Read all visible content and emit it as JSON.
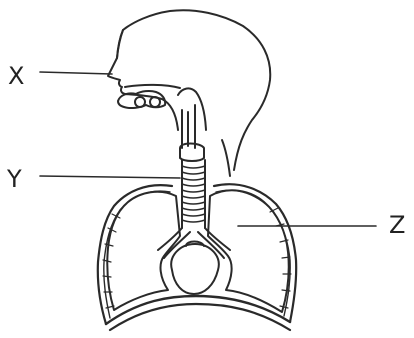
{
  "diagram": {
    "labels": {
      "x": "X",
      "y": "Y",
      "z": "Z"
    },
    "colors": {
      "ink": "#2a2a2a",
      "paper": "#ffffff"
    }
  }
}
